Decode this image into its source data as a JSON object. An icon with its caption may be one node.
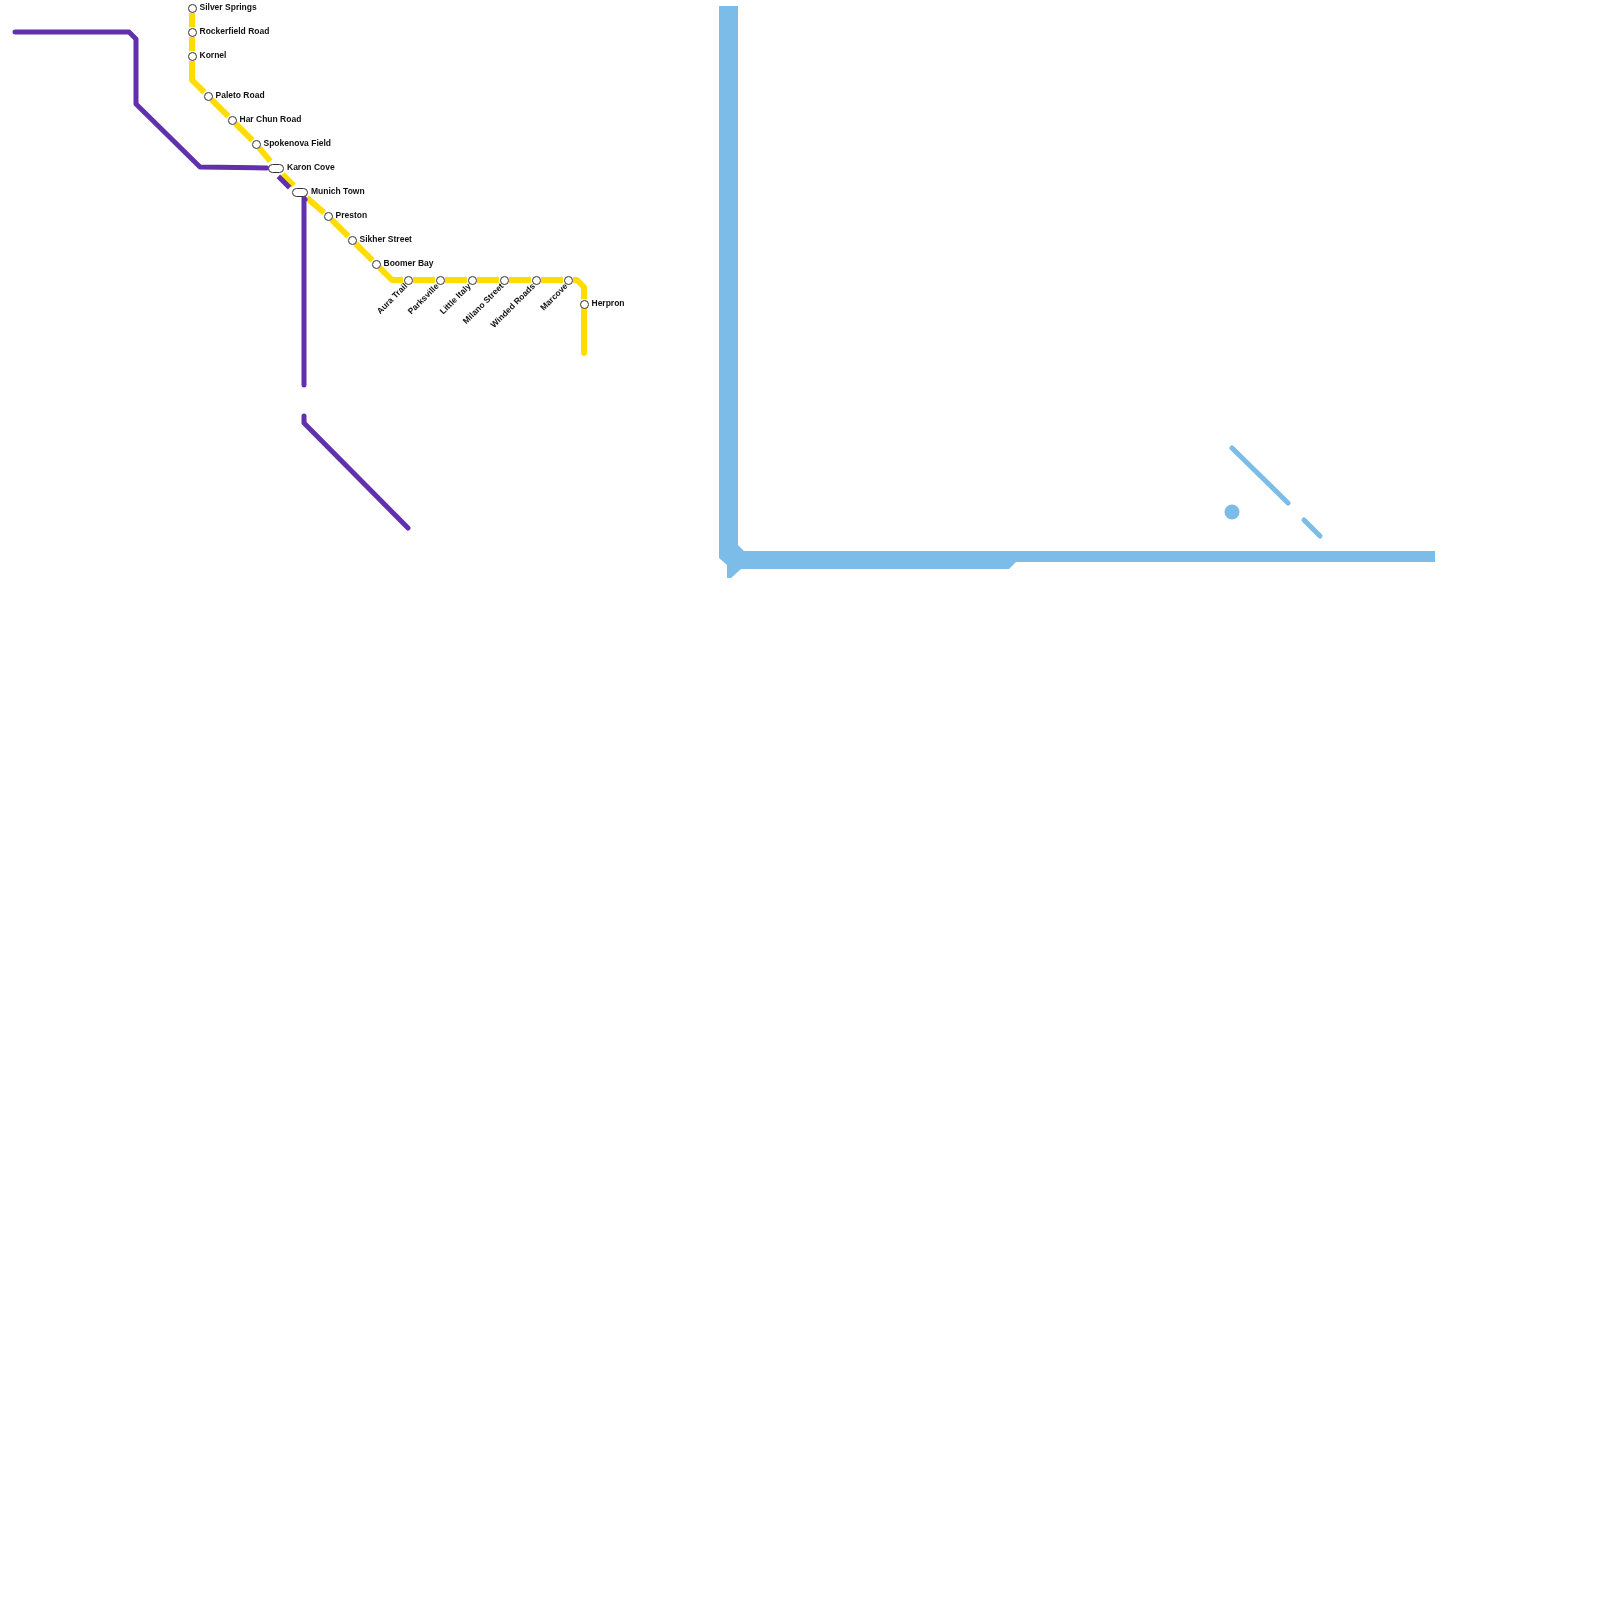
{
  "diagram": {
    "nodes": [
      {
        "text": [
          "Silver Springs"
        ]
      },
      {
        "text": [
          "Rockerfield Road"
        ]
      },
      {
        "text": [
          "Kornel"
        ]
      },
      {
        "text": [
          "Paleto Road"
        ]
      },
      {
        "text": [
          "Har Chun Road"
        ]
      },
      {
        "text": [
          "Spokenova Field"
        ]
      },
      {
        "text": [
          "Karon Cove"
        ]
      },
      {
        "text": [
          "Munich Town"
        ]
      },
      {
        "text": [
          "Preston"
        ]
      },
      {
        "text": [
          "Sikher Street"
        ]
      },
      {
        "text": [
          "Boomer Bay"
        ]
      },
      {
        "text": [
          "Aura Trail"
        ]
      },
      {
        "text": [
          "Parksville"
        ]
      },
      {
        "text": [
          "Little Italy"
        ]
      },
      {
        "text": [
          "Milano Street"
        ]
      },
      {
        "text": [
          "Winded Roads"
        ]
      },
      {
        "text": [
          "Marcove"
        ]
      },
      {
        "text": [
          "Herpron"
        ]
      }
    ],
    "edges": [
      {
        "from": 0,
        "to": 1,
        "arrow": "none"
      },
      {
        "from": 1,
        "to": 2,
        "arrow": "none"
      },
      {
        "from": 2,
        "to": 3,
        "arrow": "none"
      },
      {
        "from": 3,
        "to": 4,
        "arrow": "none"
      },
      {
        "from": 4,
        "to": 5,
        "arrow": "none"
      },
      {
        "from": 5,
        "to": 6,
        "arrow": "none"
      },
      {
        "from": 6,
        "to": 7,
        "arrow": "none"
      },
      {
        "from": 7,
        "to": 8,
        "arrow": "none"
      },
      {
        "from": 8,
        "to": 9,
        "arrow": "none"
      },
      {
        "from": 9,
        "to": 10,
        "arrow": "none"
      },
      {
        "from": 10,
        "to": 11,
        "arrow": "none"
      },
      {
        "from": 11,
        "to": 12,
        "arrow": "none"
      },
      {
        "from": 12,
        "to": 13,
        "arrow": "none"
      },
      {
        "from": 13,
        "to": 14,
        "arrow": "none"
      },
      {
        "from": 14,
        "to": 15,
        "arrow": "none"
      },
      {
        "from": 15,
        "to": 16,
        "arrow": "none"
      },
      {
        "from": 16,
        "to": 17,
        "arrow": "none"
      },
      {
        "from": 17,
        "to": null,
        "arrow": "none"
      },
      {
        "from": null,
        "to": 6,
        "arrow": "none",
        "color": "#6131ad"
      },
      {
        "from": 6,
        "to": 7,
        "arrow": "none",
        "color": "#6131ad"
      },
      {
        "from": 7,
        "to": null,
        "arrow": "none",
        "color": "#6131ad"
      }
    ]
  }
}
